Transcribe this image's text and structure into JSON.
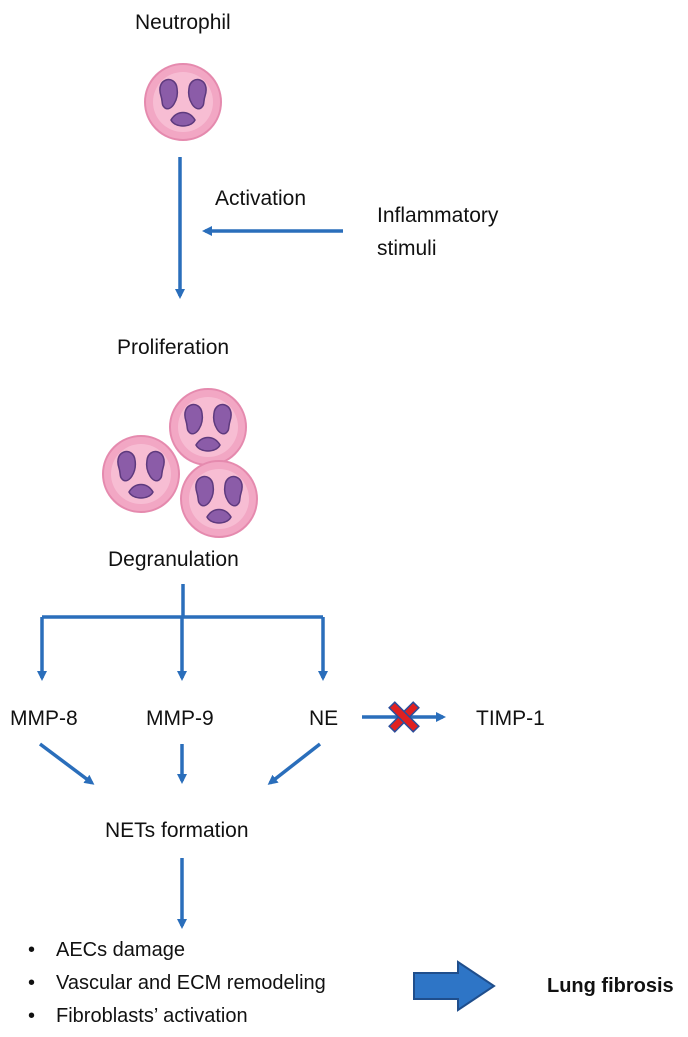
{
  "labels": {
    "neutrophil": "Neutrophil",
    "activation": "Activation",
    "stimuli_line1": "Inflammatory",
    "stimuli_line2": "stimuli",
    "proliferation": "Proliferation",
    "degranulation": "Degranulation",
    "mmp8": "MMP-8",
    "mmp9": "MMP-9",
    "ne": "NE",
    "timp1": "TIMP-1",
    "nets": "NETs formation",
    "outcome": "Lung fibrosis"
  },
  "effects": [
    "AECs damage",
    "Vascular and ECM remodeling",
    "Fibroblasts’ activation"
  ],
  "colors": {
    "arrow": "#2A6EBB",
    "cell_outer": "#F2A7C4",
    "cell_inner": "#F7C3D7",
    "nucleus": "#8B5CA8",
    "nucleus_stroke": "#5E3A7E",
    "inhibit_cross": "#E02020"
  },
  "icons": {
    "cell": "neutrophil-cell-icon",
    "block": "red-x-inhibition-icon",
    "outcome_arrow": "block-arrow-right-icon"
  }
}
